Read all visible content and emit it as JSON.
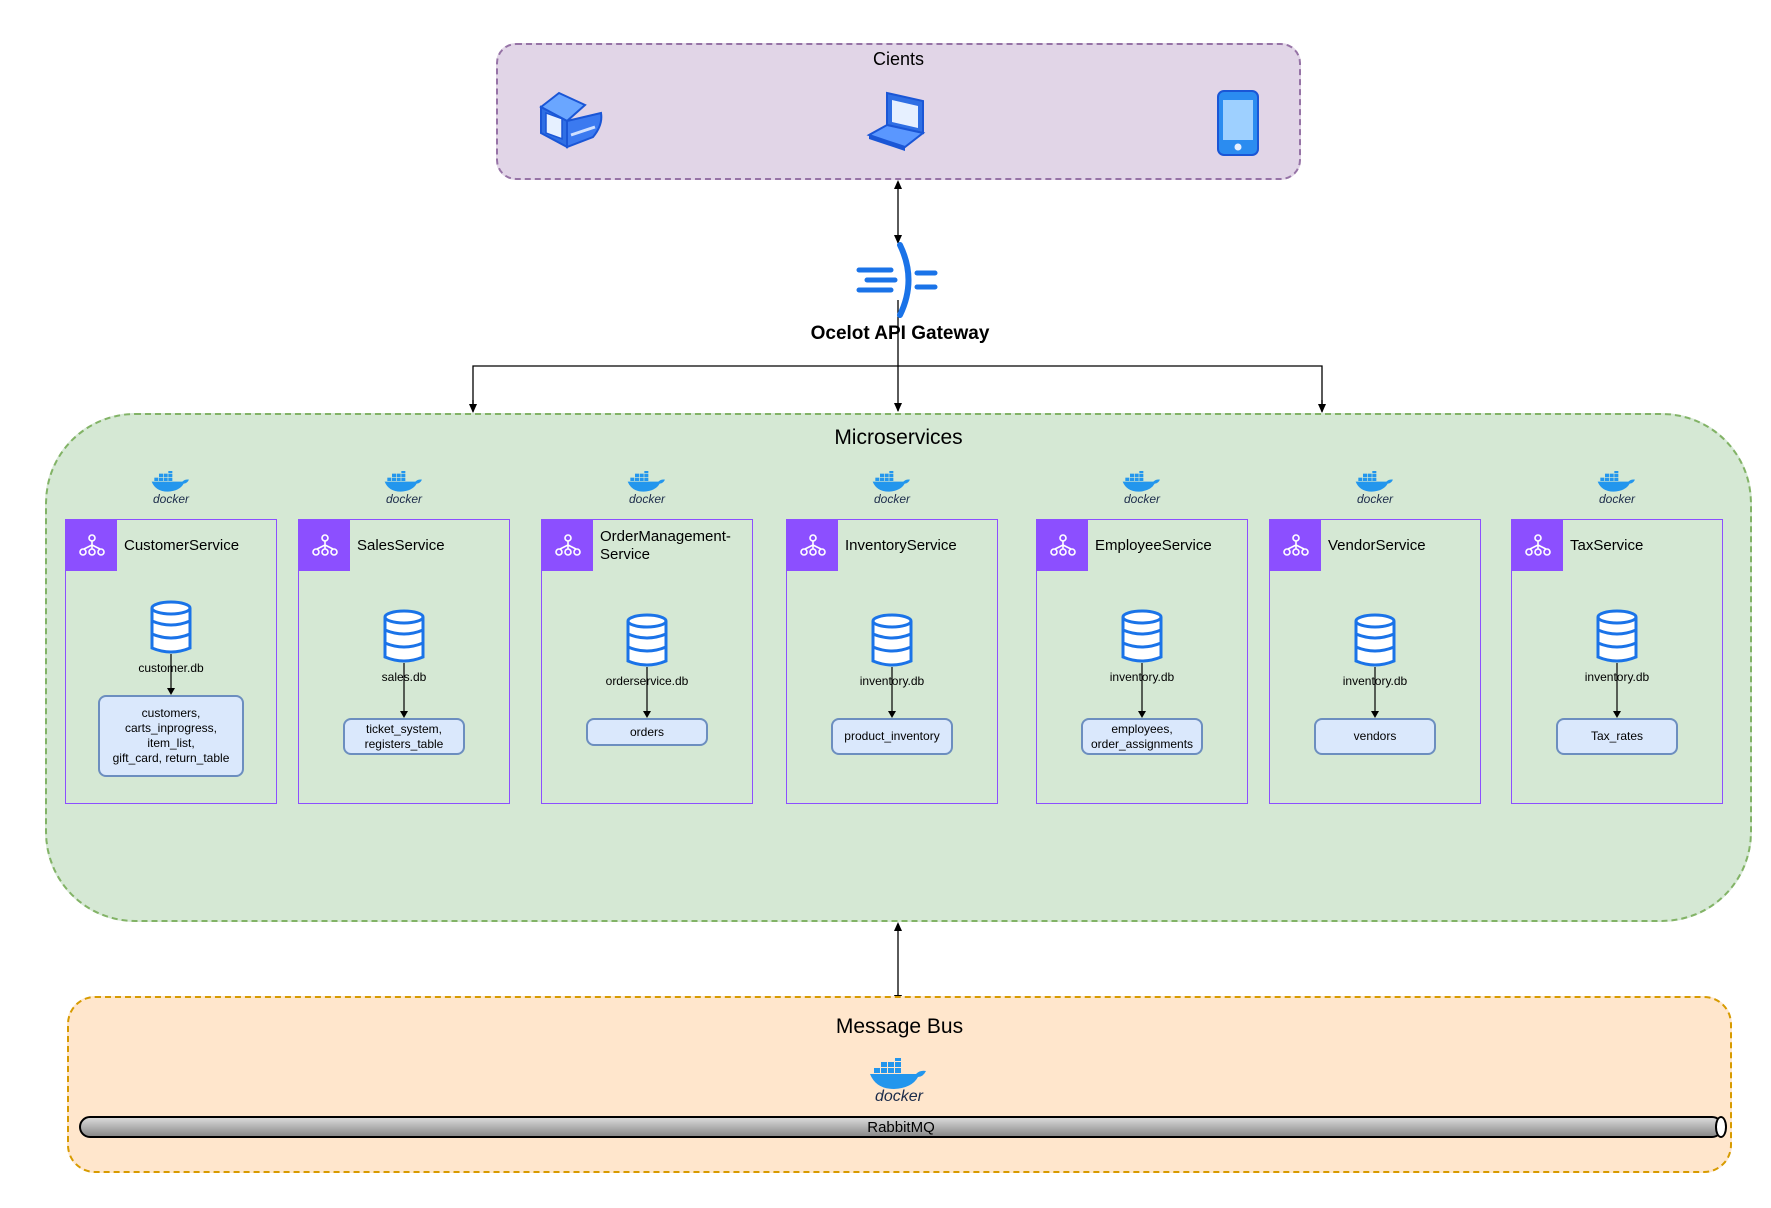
{
  "clients": {
    "title": "Cients"
  },
  "gateway": {
    "label": "Ocelot API Gateway"
  },
  "microservices": {
    "title": "Microservices",
    "docker_label": "docker",
    "services": [
      {
        "name": "CustomerService",
        "db": "customer.db",
        "tables": "customers,\ncarts_inprogress,\nitem_list,\ngift_card, return_table"
      },
      {
        "name": "SalesService",
        "db": "sales.db",
        "tables": "ticket_system,\nregisters_table"
      },
      {
        "name": "OrderManagement-\nService",
        "db": "orderservice.db",
        "tables": "orders"
      },
      {
        "name": "InventoryService",
        "db": "inventory.db",
        "tables": "product_inventory"
      },
      {
        "name": "EmployeeService",
        "db": "inventory.db",
        "tables": "employees,\norder_assignments"
      },
      {
        "name": "VendorService",
        "db": "inventory.db",
        "tables": "vendors"
      },
      {
        "name": "TaxService",
        "db": "inventory.db",
        "tables": "Tax_rates"
      }
    ]
  },
  "message_bus": {
    "title": "Message Bus",
    "docker_label": "docker",
    "queue": "RabbitMQ"
  },
  "colors": {
    "clients_fill": "#e1d5e7",
    "clients_border": "#9673a6",
    "micro_fill": "#d5e8d4",
    "micro_border": "#82b366",
    "bus_fill": "#ffe6cc",
    "bus_border": "#d79b00",
    "service_accent": "#8c4fff",
    "table_fill": "#dae8fc",
    "table_border": "#6c8ebf",
    "docker_blue": "#2396ed",
    "icon_blue": "#1a73e8"
  }
}
